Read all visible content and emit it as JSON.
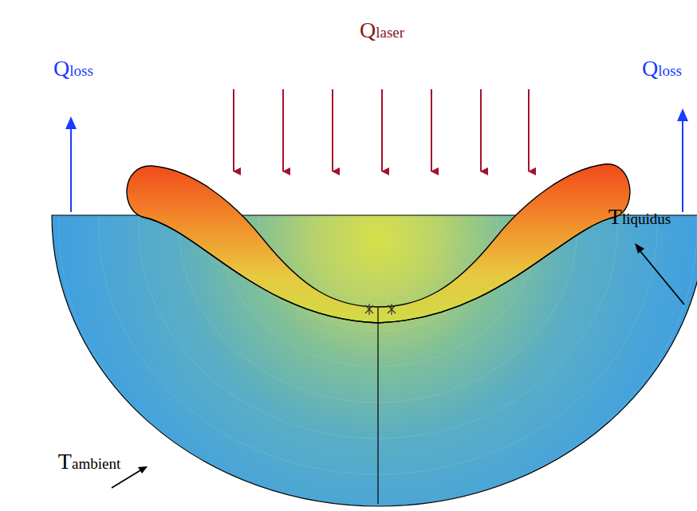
{
  "diagram": {
    "labels": [
      "Qlaser",
      "Qloss",
      "Qloss",
      "Tliquidus",
      "Tambient"
    ]
  }
}
